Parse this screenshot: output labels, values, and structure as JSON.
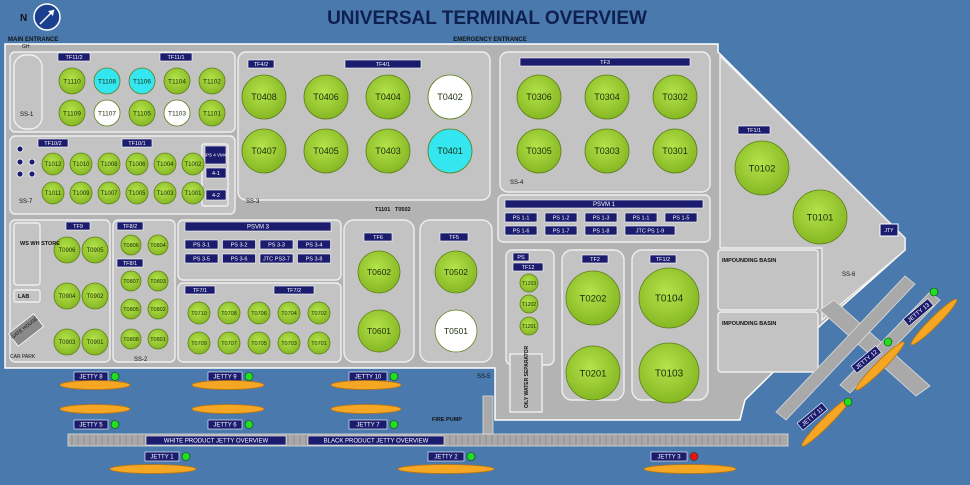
{
  "header": {
    "title": "UNIVERSAL TERMINAL OVERVIEW",
    "compass_label": "N",
    "main_entrance": "MAIN ENTRANCE",
    "emergency_entrance": "EMERGENCY ENTRANCE",
    "gh_label": "GH"
  },
  "colors": {
    "sea": "#4a7aad",
    "ground": "#b5b5b5",
    "area_fill": "#c6c6c6",
    "area_stroke": "#f0f0f0",
    "tank_normal": "#9acd32",
    "tank_cyan": "#33e6f0",
    "tank_white": "#ffffff",
    "label_bg": "#1c1c6e",
    "jetty": "#f5a623",
    "status_ok": "#22dd22",
    "status_alarm": "#ee1111"
  },
  "substations": [
    "SS-1",
    "SS-3",
    "SS-4",
    "SS-7",
    "SS-2",
    "SS-5",
    "SS-6"
  ],
  "areas": {
    "tf11_2": "TF11/2",
    "tf11_1": "TF11/1",
    "tf4_2": "TF4/2",
    "tf4_1": "TF4/1",
    "tf3": "TF3",
    "tf1_1": "TF1/1",
    "tf10_2": "TF10/2",
    "tf10_1": "TF10/1",
    "tf9": "TF9",
    "tf8_2": "TF8/2",
    "tf8_1": "TF8/1",
    "tf7_1": "TF7/1",
    "tf7_2": "TF7/2",
    "tf6": "TF6",
    "tf5": "TF5",
    "tf2": "TF2",
    "tf1_2": "TF1/2",
    "psvm1": "PSVM 1",
    "psvm3": "PSVM 3",
    "ps_short": "PS",
    "tf12": "TF12",
    "t1101_label": "T1101",
    "t0502_label": "T0502",
    "ipsvm4": "IPS 4 VM4",
    "btn_4_1": "4-1",
    "btn_4_2": "4-2",
    "ws_store": "WS WH STORE",
    "lab": "LAB",
    "car_park": "CAR PARK",
    "gate_house": "GATE HOUSE",
    "impounding_basin_1": "IMPOUNDING BASIN",
    "impounding_basin_2": "IMPOUNDING BASIN",
    "oily_water": "OILY WATER SEPARATOR",
    "fire_pump": "FIRE PUMP",
    "jty": "JTY",
    "white_product": "WHITE PRODUCT JETTY OVERVIEW",
    "black_product": "BLACK PRODUCT JETTY OVERVIEW"
  },
  "pump_stations": {
    "psvm3": [
      "PS 3-1",
      "PS 3-2",
      "PS 3-3",
      "PS 3-4",
      "PS 3-5",
      "PS 3-6",
      "JTC PS3-7",
      "PS 3-8"
    ],
    "psvm1": [
      "PS 1-1",
      "PS 1-2",
      "PS 1-3",
      "PS 1-1",
      "PS 1-5",
      "PS 1-6",
      "PS 1-7",
      "PS 1-8",
      "JTC PS 1-9"
    ]
  },
  "tanks": {
    "tf11": [
      "T1110",
      "T1108",
      "T1106",
      "T1104",
      "T1102",
      "T1109",
      "T1107",
      "T1105",
      "T1103",
      "T1101"
    ],
    "tf4": [
      "T0408",
      "T0406",
      "T0404",
      "T0402",
      "T0407",
      "T0405",
      "T0403",
      "T0401"
    ],
    "tf3": [
      "T0306",
      "T0304",
      "T0302",
      "T0305",
      "T0303",
      "T0301"
    ],
    "tf1_1": [
      "T0102",
      "T0101"
    ],
    "tf10": [
      "T1012",
      "T1010",
      "T1008",
      "T1006",
      "T1004",
      "T1002",
      "T1011",
      "T1009",
      "T1007",
      "T1005",
      "T1003",
      "T1001"
    ],
    "tf9": [
      "T0906",
      "T0905",
      "T0904",
      "T0903",
      "T0902",
      "T0901"
    ],
    "tf8": [
      "T0806",
      "T0804",
      "T0807",
      "T0803",
      "T0805",
      "T0802",
      "T0808",
      "T0801"
    ],
    "tf7": [
      "T0710",
      "T0708",
      "T0706",
      "T0704",
      "T0702",
      "T0709",
      "T0707",
      "T0705",
      "T0703",
      "T0701"
    ],
    "tf6": [
      "T0602",
      "T0601"
    ],
    "tf5": [
      "T0502",
      "T0501"
    ],
    "tf12": [
      "T1203",
      "T1202",
      "T1201"
    ],
    "tf2": [
      "T0202",
      "T0201"
    ],
    "tf1_2": [
      "T0104",
      "T0103"
    ]
  },
  "jetties": {
    "j8": "JETTY 8",
    "j9": "JETTY 9",
    "j10": "JETTY 10",
    "j5": "JETTY 5",
    "j6": "JETTY 6",
    "j7": "JETTY 7",
    "j1": "JETTY 1",
    "j2": "JETTY 2",
    "j3": "JETTY 3",
    "j11": "JETTY 11",
    "j12": "JETTY 12",
    "j13": "JETTY 13"
  }
}
